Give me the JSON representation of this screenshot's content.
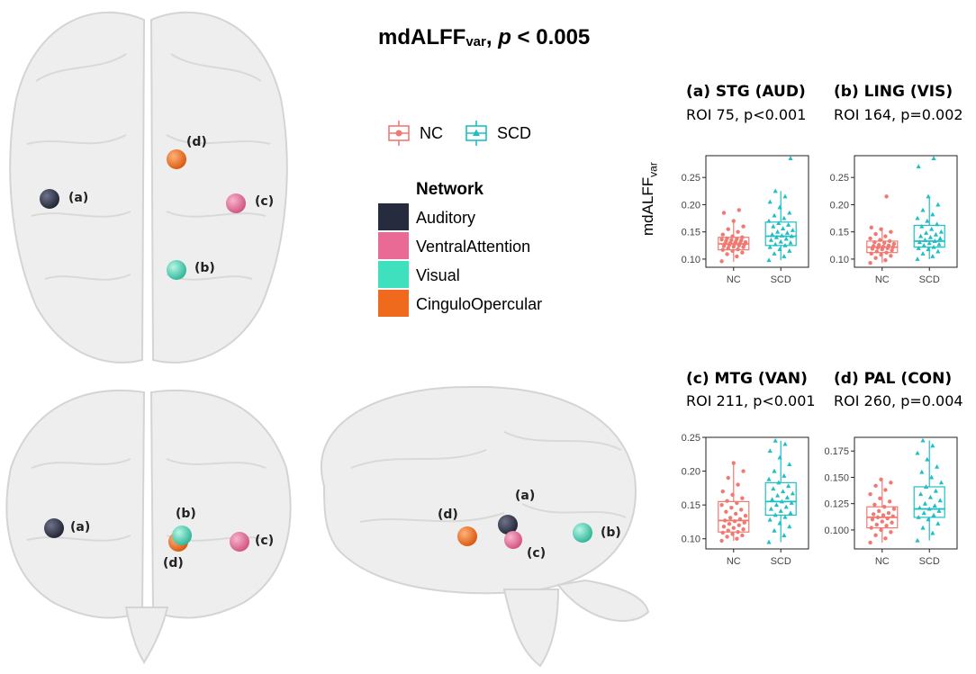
{
  "figure": {
    "title_main": "mdALFF",
    "title_sub": "var",
    "title_sep": ",",
    "title_p": "p",
    "title_thresh": "< 0.005"
  },
  "brain_rois": {
    "axial": [
      {
        "label": "(a)",
        "network": "Auditory"
      },
      {
        "label": "(b)",
        "network": "Visual"
      },
      {
        "label": "(c)",
        "network": "VentralAttention"
      },
      {
        "label": "(d)",
        "network": "CinguloOpercular"
      }
    ],
    "coronal": [
      {
        "label": "(a)",
        "network": "Auditory"
      },
      {
        "label": "(b)",
        "network": "Visual"
      },
      {
        "label": "(c)",
        "network": "VentralAttention"
      },
      {
        "label": "(d)",
        "network": "CinguloOpercular"
      }
    ],
    "sagittal": [
      {
        "label": "(a)",
        "network": "Auditory"
      },
      {
        "label": "(b)",
        "network": "Visual"
      },
      {
        "label": "(c)",
        "network": "VentralAttention"
      },
      {
        "label": "(d)",
        "network": "CinguloOpercular"
      }
    ]
  },
  "group_legend": [
    {
      "label": "NC",
      "color": "#f07a72",
      "marker": "circle"
    },
    {
      "label": "SCD",
      "color": "#1fbfc4",
      "marker": "triangle"
    }
  ],
  "network_legend": {
    "title": "Network",
    "items": [
      {
        "label": "Auditory",
        "color": "#262b3d"
      },
      {
        "label": "VentralAttention",
        "color": "#e86a95"
      },
      {
        "label": "Visual",
        "color": "#3ee0be"
      },
      {
        "label": "CinguloOpercular",
        "color": "#f06a1e"
      }
    ]
  },
  "shared_ylabel": {
    "main": "mdALFF",
    "sub": "var"
  },
  "chart_data": [
    {
      "type": "box",
      "title": "(a) STG (AUD)",
      "subtitle": "ROI 75, p<0.001",
      "categories": [
        "NC",
        "SCD"
      ],
      "ylabel": "mdALFF var",
      "ylim": [
        0.085,
        0.29
      ],
      "yticks": [
        0.1,
        0.15,
        0.2,
        0.25
      ],
      "ytick_labels": [
        "0.10",
        "0.15",
        "0.20",
        "0.25"
      ],
      "series": [
        {
          "q1": 0.117,
          "median": 0.128,
          "q3": 0.14,
          "whisker_low": 0.095,
          "whisker_high": 0.17,
          "points": [
            0.096,
            0.105,
            0.109,
            0.112,
            0.115,
            0.117,
            0.118,
            0.12,
            0.122,
            0.123,
            0.124,
            0.125,
            0.126,
            0.127,
            0.128,
            0.128,
            0.129,
            0.13,
            0.131,
            0.132,
            0.133,
            0.134,
            0.135,
            0.136,
            0.137,
            0.138,
            0.14,
            0.142,
            0.145,
            0.15,
            0.155,
            0.16,
            0.17,
            0.185,
            0.19
          ]
        },
        {
          "q1": 0.125,
          "median": 0.142,
          "q3": 0.168,
          "whisker_low": 0.098,
          "whisker_high": 0.225,
          "points": [
            0.098,
            0.105,
            0.11,
            0.115,
            0.118,
            0.122,
            0.125,
            0.127,
            0.13,
            0.132,
            0.135,
            0.137,
            0.14,
            0.142,
            0.143,
            0.145,
            0.148,
            0.15,
            0.153,
            0.156,
            0.16,
            0.163,
            0.166,
            0.17,
            0.175,
            0.18,
            0.185,
            0.195,
            0.205,
            0.215,
            0.225,
            0.285
          ]
        }
      ]
    },
    {
      "type": "box",
      "title": "(b) LING (VIS)",
      "subtitle": "ROI 164, p=0.002",
      "categories": [
        "NC",
        "SCD"
      ],
      "ylim": [
        0.085,
        0.29
      ],
      "yticks": [
        0.1,
        0.15,
        0.2,
        0.25
      ],
      "ytick_labels": [
        "0.10",
        "0.15",
        "0.20",
        "0.25"
      ],
      "series": [
        {
          "q1": 0.112,
          "median": 0.122,
          "q3": 0.133,
          "whisker_low": 0.093,
          "whisker_high": 0.158,
          "points": [
            0.093,
            0.098,
            0.102,
            0.106,
            0.108,
            0.11,
            0.112,
            0.114,
            0.116,
            0.118,
            0.119,
            0.12,
            0.121,
            0.122,
            0.123,
            0.124,
            0.125,
            0.126,
            0.128,
            0.13,
            0.131,
            0.133,
            0.135,
            0.138,
            0.142,
            0.146,
            0.15,
            0.155,
            0.158,
            0.215
          ]
        },
        {
          "q1": 0.122,
          "median": 0.133,
          "q3": 0.162,
          "whisker_low": 0.1,
          "whisker_high": 0.215,
          "points": [
            0.1,
            0.105,
            0.11,
            0.114,
            0.118,
            0.12,
            0.122,
            0.125,
            0.127,
            0.129,
            0.131,
            0.133,
            0.135,
            0.138,
            0.14,
            0.142,
            0.145,
            0.148,
            0.15,
            0.155,
            0.16,
            0.164,
            0.17,
            0.175,
            0.182,
            0.19,
            0.2,
            0.215,
            0.27,
            0.285
          ]
        }
      ]
    },
    {
      "type": "box",
      "title": "(c) MTG (VAN)",
      "subtitle": "ROI 211, p<0.001",
      "categories": [
        "NC",
        "SCD"
      ],
      "ylim": [
        0.085,
        0.25
      ],
      "yticks": [
        0.1,
        0.15,
        0.2,
        0.25
      ],
      "ytick_labels": [
        "0.10",
        "0.15",
        "0.20",
        "0.25"
      ],
      "series": [
        {
          "q1": 0.11,
          "median": 0.127,
          "q3": 0.155,
          "whisker_low": 0.097,
          "whisker_high": 0.212,
          "points": [
            0.097,
            0.1,
            0.103,
            0.105,
            0.107,
            0.109,
            0.11,
            0.112,
            0.114,
            0.116,
            0.118,
            0.12,
            0.122,
            0.124,
            0.126,
            0.127,
            0.129,
            0.131,
            0.134,
            0.137,
            0.14,
            0.143,
            0.146,
            0.15,
            0.153,
            0.156,
            0.16,
            0.165,
            0.17,
            0.18,
            0.19,
            0.2,
            0.212
          ]
        },
        {
          "q1": 0.135,
          "median": 0.155,
          "q3": 0.183,
          "whisker_low": 0.095,
          "whisker_high": 0.245,
          "points": [
            0.095,
            0.105,
            0.112,
            0.118,
            0.123,
            0.128,
            0.132,
            0.135,
            0.138,
            0.141,
            0.144,
            0.147,
            0.15,
            0.153,
            0.155,
            0.158,
            0.161,
            0.164,
            0.167,
            0.17,
            0.174,
            0.178,
            0.183,
            0.188,
            0.193,
            0.2,
            0.21,
            0.22,
            0.23,
            0.24,
            0.245
          ]
        }
      ]
    },
    {
      "type": "box",
      "title": "(d) PAL (CON)",
      "subtitle": "ROI 260, p=0.004",
      "categories": [
        "NC",
        "SCD"
      ],
      "ylim": [
        0.082,
        0.188
      ],
      "yticks": [
        0.1,
        0.125,
        0.15,
        0.175
      ],
      "ytick_labels": [
        "0.100",
        "0.125",
        "0.150",
        "0.175"
      ],
      "series": [
        {
          "q1": 0.102,
          "median": 0.112,
          "q3": 0.122,
          "whisker_low": 0.088,
          "whisker_high": 0.148,
          "points": [
            0.088,
            0.092,
            0.095,
            0.098,
            0.1,
            0.102,
            0.104,
            0.105,
            0.107,
            0.108,
            0.11,
            0.111,
            0.112,
            0.113,
            0.114,
            0.115,
            0.116,
            0.118,
            0.12,
            0.122,
            0.124,
            0.127,
            0.13,
            0.134,
            0.138,
            0.142,
            0.145,
            0.148
          ]
        },
        {
          "q1": 0.112,
          "median": 0.12,
          "q3": 0.141,
          "whisker_low": 0.09,
          "whisker_high": 0.185,
          "points": [
            0.09,
            0.097,
            0.102,
            0.106,
            0.11,
            0.112,
            0.114,
            0.116,
            0.118,
            0.12,
            0.121,
            0.123,
            0.125,
            0.128,
            0.131,
            0.134,
            0.137,
            0.141,
            0.145,
            0.15,
            0.155,
            0.16,
            0.167,
            0.173,
            0.18,
            0.185
          ]
        }
      ]
    }
  ]
}
